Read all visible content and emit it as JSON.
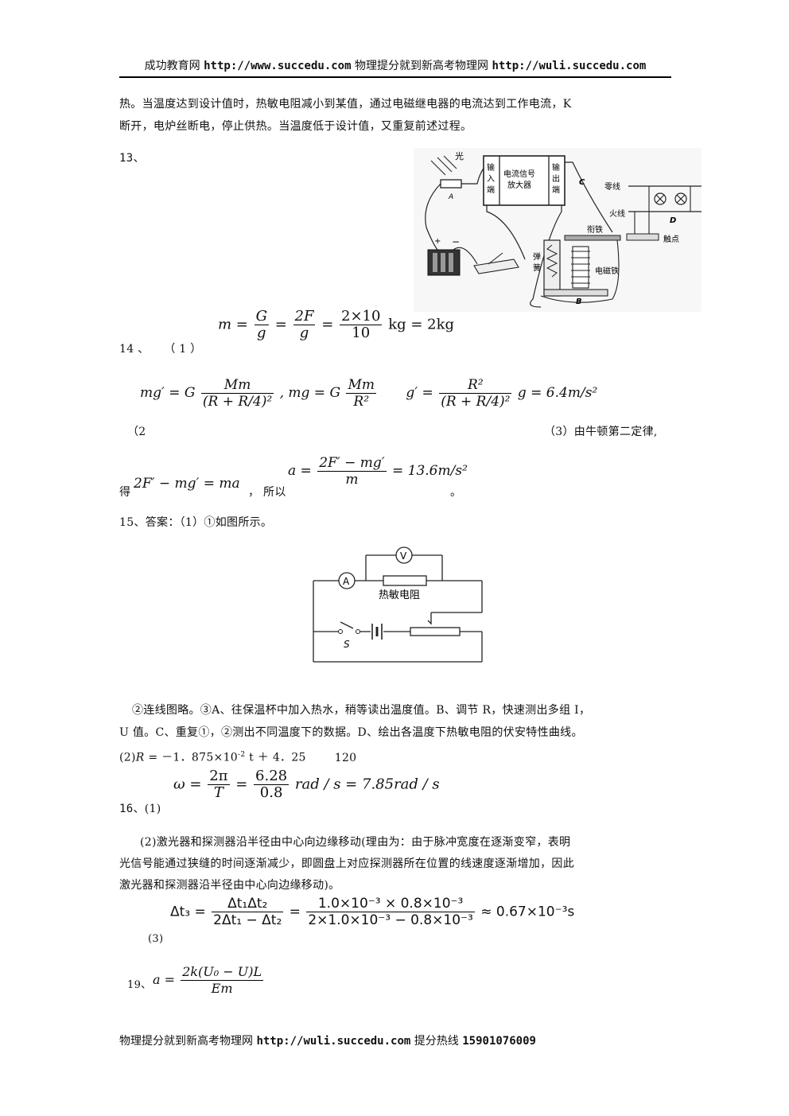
{
  "header": {
    "prefix": "成功教育网",
    "url1": "http://www.succedu.com",
    "middle": "物理提分就到新高考物理网",
    "url2": "http://wuli.succedu.com"
  },
  "para1": {
    "line1": "热。当温度达到设计值时，热敏电阻减小到某值，通过电磁继电器的电流达到工作电流，K",
    "line2": "断开，电炉丝断电，停止供热。当温度低于设计值，又重复前述过程。"
  },
  "q13": {
    "label": "13、"
  },
  "figure13": {
    "light": "光",
    "a": "A",
    "input_line1": "输",
    "input_line2": "入",
    "input_line3": "端",
    "amp_line1": "电流信号",
    "amp_line2": "放大器",
    "output_line1": "输",
    "output_line2": "出",
    "output_line3": "端",
    "c": "C",
    "neutral": "零线",
    "live": "火线",
    "d": "D",
    "armature": "衔铁",
    "contact": "触点",
    "spring_line1": "弹",
    "spring_line2": "簧",
    "electromagnet": "电磁铁",
    "b": "B",
    "plus": "+",
    "minus": "−"
  },
  "q14": {
    "label": "14 、",
    "part1": "（ 1 ）",
    "eq1": {
      "m": "m",
      "G": "G",
      "g": "g",
      "twoF": "2F",
      "num": "2×10",
      "den": "10",
      "result": "kg = 2kg"
    },
    "part2": "（2",
    "eq2": {
      "lhs": "mg′ = G",
      "Mm": "Mm",
      "den1": "(R + R/4)²",
      "mid": ", mg = G",
      "den2": "R²",
      "gp": "g′ =",
      "R2": "R²",
      "den3": "(R + R/4)²",
      "res": "g = 6.4m/s²"
    },
    "part3": "（3）由牛顿第二定律,",
    "de": "得",
    "eq3a": "2F′ − mg′ = ma",
    "so": "，  所以",
    "eq3b": {
      "a": "a =",
      "num": "2F′ − mg′",
      "den": "m",
      "res": "= 13.6m/s²"
    },
    "end": "。"
  },
  "q15": {
    "label": "15、答案：（1）①如图所示。",
    "fig": {
      "v": "V",
      "a": "A",
      "thermistor": "热敏电阻",
      "s": "S"
    },
    "line1": "②连线图略。③A、往保温杯中加入热水，稍等读出温度值。B、调节 R，快速测出多组 I，",
    "line2": "U 值。C、重复①，②测出不同温度下的数据。D、绘出各温度下热敏电阻的伏安特性曲线。",
    "line3a": "(2)",
    "line3b": "R",
    "line3c": " = －1．875×10",
    "line3d": "-2",
    "line3e": " t ＋ 4．25",
    "line3f": "120"
  },
  "q16": {
    "label": "16、",
    "p1": "(1)",
    "eq1": {
      "w": "ω =",
      "n1": "2π",
      "d1": "T",
      "n2": "6.28",
      "d2": "0.8",
      "res": "rad / s = 7.85rad / s"
    },
    "p2_line1": "(2)激光器和探测器沿半径由中心向边缘移动(理由为：由于脉冲宽度在逐渐变窄，表明",
    "p2_line2": "光信号能通过狭缝的时间逐渐减少，即圆盘上对应探测器所在位置的线速度逐渐增加，因此",
    "p2_line3": "激光器和探测器沿半径由中心向边缘移动)。",
    "p3": "(3)",
    "eq3": {
      "lhs": "Δt₃ =",
      "n1": "Δt₁Δt₂",
      "d1": "2Δt₁ − Δt₂",
      "n2": "1.0×10⁻³ × 0.8×10⁻³",
      "d2": "2×1.0×10⁻³ − 0.8×10⁻³",
      "res": "≈ 0.67×10⁻³s"
    }
  },
  "q19": {
    "label": "19、",
    "a": "a =",
    "num": "2k(U₀ − U)L",
    "den": "Em"
  },
  "footer": {
    "text1": "物理提分就到新高考物理网",
    "url": "http://wuli.succedu.com",
    "text2": "提分热线",
    "phone": "15901076009"
  }
}
